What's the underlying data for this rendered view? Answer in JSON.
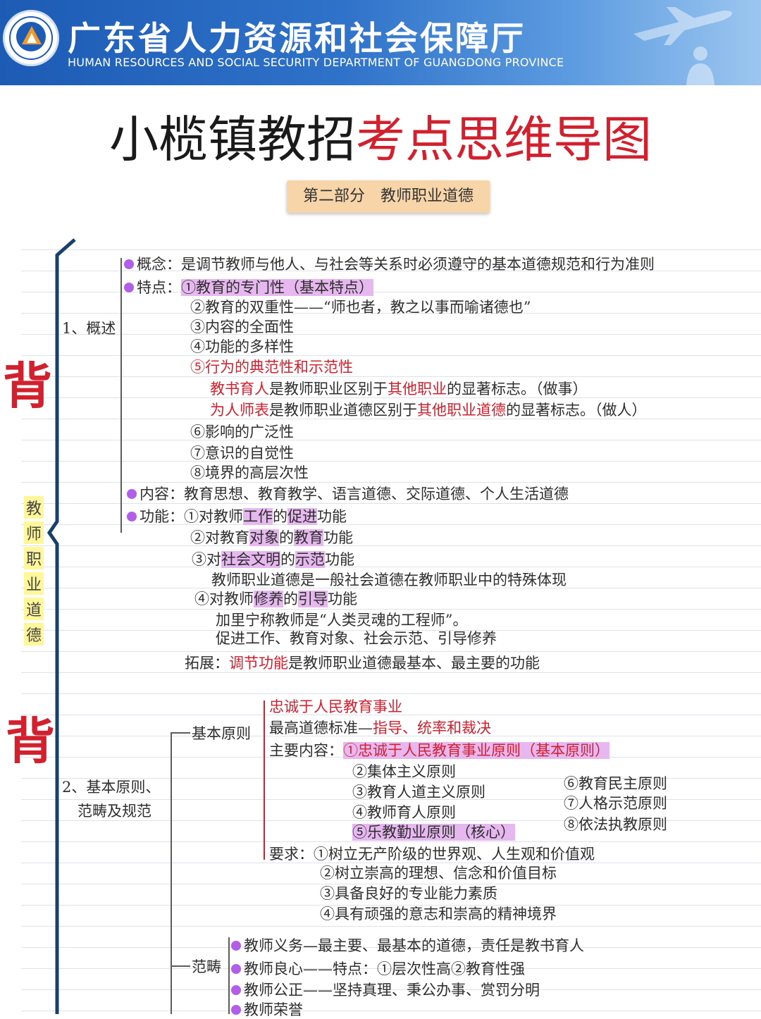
{
  "header": {
    "title": "广东省人力资源和社会保障厅",
    "subtitle": "HUMAN RESOURCES AND SOCIAL SECURITY DEPARTMENT OF GUANGDONG PROVINCE"
  },
  "page": {
    "title_black": "小榄镇教招",
    "title_red": "考点思维导图",
    "part_label": "第二部分　教师职业道德"
  },
  "side": {
    "bei_1": "背",
    "bei_2": "背",
    "vertical_chars": [
      "教",
      "师",
      "职",
      "业",
      "道",
      "德"
    ]
  },
  "section1": {
    "label": "1、概述",
    "concept_label": "概念：",
    "concept_text": "是调节教师与他人、与社会等关系时必须遵守的基本道德规范和行为准则",
    "features_label": "特点：",
    "f1": "①教育的专门性（基本特点）",
    "f2": "②教育的双重性——“师也者，教之以事而喻诸德也”",
    "f3": "③内容的全面性",
    "f4": "④功能的多样性",
    "f5": "⑤行为的典范性和示范性",
    "f5a_1": "教书育人",
    "f5a_2": "是教师职业区别于",
    "f5a_3": "其他职业",
    "f5a_4": "的显著标志。（做事）",
    "f5b_1": "为人师表",
    "f5b_2": "是教师职业道德区别于",
    "f5b_3": "其他职业道德",
    "f5b_4": "的显著标志。（做人）",
    "f6": "⑥影响的广泛性",
    "f7": "⑦意识的自觉性",
    "f8": "⑧境界的高层次性",
    "content_label": "内容：",
    "content_text": "教育思想、教育教学、语言道德、交际道德、个人生活道德",
    "function_label": "功能：",
    "fn1_a": "①对教师",
    "fn1_b": "工作",
    "fn1_c": "的",
    "fn1_d": "促进",
    "fn1_e": "功能",
    "fn2_a": "②对教育",
    "fn2_b": "对象",
    "fn2_c": "的",
    "fn2_d": "教育",
    "fn2_e": "功能",
    "fn3_a": "③对",
    "fn3_b": "社会文明",
    "fn3_c": "的",
    "fn3_d": "示范",
    "fn3_e": "功能",
    "fn3_note": "教师职业道德是一般社会道德在教师职业中的特殊体现",
    "fn4_a": "④对教师",
    "fn4_b": "修养",
    "fn4_c": "的",
    "fn4_d": "引导",
    "fn4_e": "功能",
    "fn4_note1": "加里宁称教师是“人类灵魂的工程师”。",
    "fn4_note2": "促进工作、教育对象、社会示范、引导修养",
    "ext_label": "拓展：",
    "ext_red": "调节功能",
    "ext_text": "是教师职业道德最基本、最主要的功能"
  },
  "section2": {
    "label_1": "2、基本原则、",
    "label_2": "范畴及规范",
    "basic_label": "基本原则",
    "bp1": "忠诚于人民教育事业",
    "bp2_a": "最高道德标准—",
    "bp2_b": "指导、统率和裁决",
    "main_label": "主要内容：",
    "m1": "①忠诚于人民教育事业原则（基本原则）",
    "m2": "②集体主义原则",
    "m3": "③教育人道主义原则",
    "m4": "④教师育人原则",
    "m5": "⑤乐教勤业原则（核心）",
    "m6": "⑥教育民主原则",
    "m7": "⑦人格示范原则",
    "m8": "⑧依法执教原则",
    "req_label": "要求：",
    "r1": "①树立无产阶级的世界观、人生观和价值观",
    "r2": "②树立崇高的理想、信念和价值目标",
    "r3": "③具备良好的专业能力素质",
    "r4": "④具有顽强的意志和崇高的精神境界",
    "category_label": "范畴",
    "c1": "教师义务—最主要、最基本的道德，责任是教书育人",
    "c2": "教师良心——特点：①层次性高②教育性强",
    "c3": "教师公正——坚持真理、秉公办事、赏罚分明",
    "c4": "教师荣誉"
  }
}
